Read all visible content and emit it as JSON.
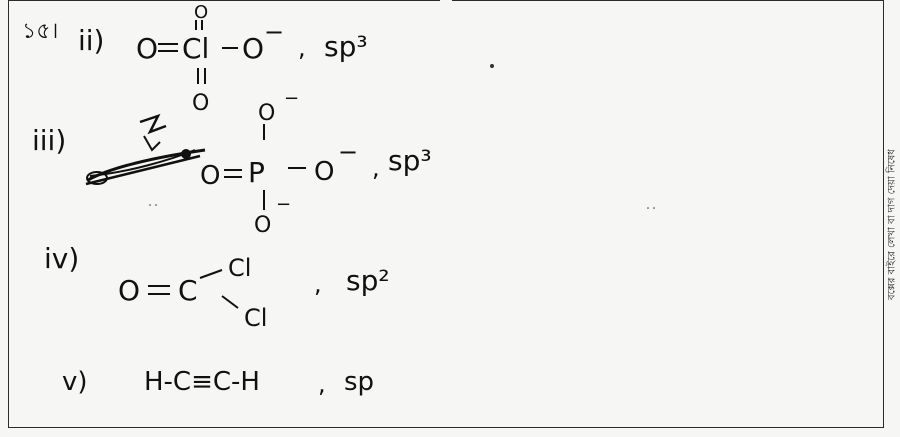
{
  "question": {
    "number_label": "১৫।",
    "margin_note": "বক্সের বাইরে লেখা বা দাগ দেয়া নিষেধ"
  },
  "answers": [
    {
      "label": "ii)",
      "structure": {
        "center": "Cl",
        "double_bonded_oxygens": [
          "O",
          "O",
          "O"
        ],
        "single_bonded": "O",
        "charge": "−"
      },
      "hybridization": "sp³"
    },
    {
      "label": "iii)",
      "structure": {
        "center": "P",
        "double_bonded": "O",
        "single_bonded": [
          "O",
          "O",
          "O"
        ],
        "charge": "−"
      },
      "hybridization": "sp³"
    },
    {
      "label": "iv)",
      "structure": {
        "center": "C",
        "double_bonded": "O",
        "single_bonded": [
          "Cl",
          "Cl"
        ]
      },
      "hybridization": "sp²"
    },
    {
      "label": "v)",
      "formula": "H-C≡C-H",
      "hybridization": "sp"
    }
  ],
  "colors": {
    "ink": "#111111",
    "border": "#2b2b2b",
    "paper": "#f6f6f4"
  }
}
